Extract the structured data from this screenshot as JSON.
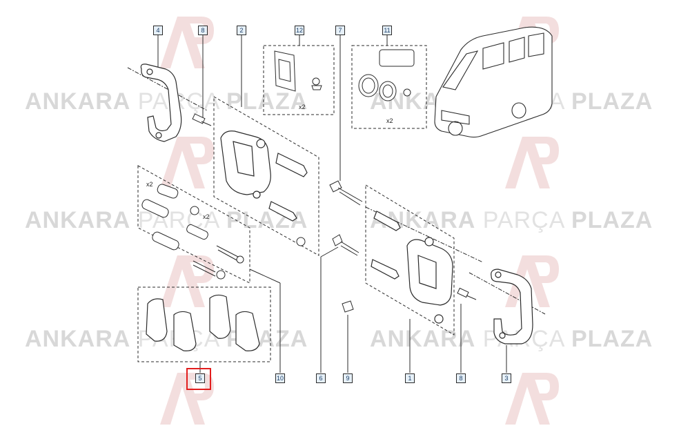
{
  "watermark": {
    "word1": "ANKARA",
    "word2": "PARÇA",
    "word3": "PLAZA",
    "color": "#d8d8d8",
    "logo_color": "#f3dede"
  },
  "callouts": {
    "c1": "1",
    "c2": "2",
    "c3": "3",
    "c4": "4",
    "c5": "5",
    "c6": "6",
    "c7": "7",
    "c8": "8",
    "c9": "9",
    "c10": "10",
    "c11": "11",
    "c12": "12",
    "c8b": "8"
  },
  "selected_callout": "5",
  "quantities": {
    "q_clip": "x2",
    "q_seal": "x2",
    "q_sleeve": "x2",
    "q_boot": "x2"
  },
  "colors": {
    "line": "#2a2a2a",
    "callout_fill": "#e6f0f8",
    "callout_text": "#1a3d66",
    "highlight": "#e21d1d"
  }
}
